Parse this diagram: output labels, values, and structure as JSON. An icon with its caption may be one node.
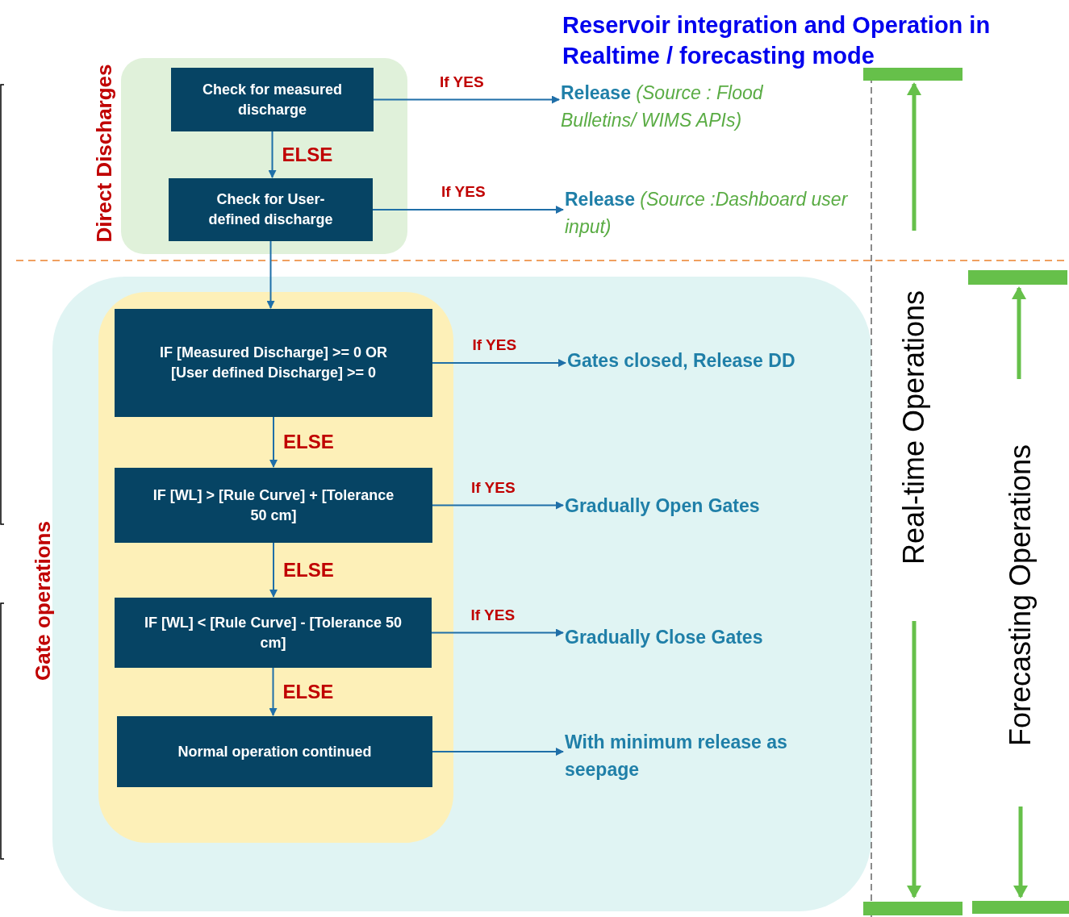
{
  "diagram": {
    "title": "Reservoir integration and Operation in Realtime / forecasting mode",
    "nodes": [
      {
        "text": [
          "Direct Discharges"
        ]
      },
      {
        "text": [
          "Check for measured discharge"
        ],
        "in": 0
      },
      {
        "text": [
          "Check for User-defined discharge"
        ],
        "in": 0
      },
      {
        "text": [
          "**Release** *(Source : Flood Bulletins/ WIMS APIs)*"
        ]
      },
      {
        "text": [
          "**Release** *(Source :Dashboard user input)*"
        ]
      },
      {
        "text": [
          "Gate operations"
        ]
      },
      {
        "text": [],
        "shape": "box",
        "in": 5
      },
      {
        "text": [
          "IF [Measured Discharge] >= 0 OR [User defined Discharge] >= 0"
        ],
        "in": 6
      },
      {
        "text": [
          "IF [WL] > [Rule Curve] + [Tolerance 50 cm]"
        ],
        "in": 6
      },
      {
        "text": [
          "IF [WL] < [Rule Curve] - [Tolerance 50 cm]"
        ],
        "in": 6
      },
      {
        "text": [
          "Normal operation continued"
        ],
        "in": 6
      },
      {
        "text": [
          "Gates closed, Release DD"
        ],
        "in": 5
      },
      {
        "text": [
          "Gradually Open Gates"
        ],
        "in": 5
      },
      {
        "text": [
          "Gradually Close Gates"
        ],
        "in": 5
      },
      {
        "text": [
          "With minimum release as seepage"
        ],
        "in": 5
      }
    ],
    "edges": [
      {
        "from": 1,
        "to": 3,
        "arrow": "to",
        "label": "If YES"
      },
      {
        "from": 1,
        "to": 2,
        "arrow": "to",
        "label": "ELSE"
      },
      {
        "from": 2,
        "to": 4,
        "arrow": "to",
        "label": "If YES"
      },
      {
        "from": 2,
        "to": 7,
        "arrow": "to"
      },
      {
        "from": 7,
        "to": 11,
        "arrow": "to",
        "label": "If YES"
      },
      {
        "from": 7,
        "to": 8,
        "arrow": "to",
        "label": "ELSE"
      },
      {
        "from": 8,
        "to": 12,
        "arrow": "to",
        "label": "If YES"
      },
      {
        "from": 8,
        "to": 9,
        "arrow": "to",
        "label": "ELSE"
      },
      {
        "from": 9,
        "to": 13,
        "arrow": "to",
        "label": "If YES"
      },
      {
        "from": 9,
        "to": 10,
        "arrow": "to",
        "label": "ELSE"
      },
      {
        "from": 10,
        "to": 14,
        "arrow": "to"
      }
    ],
    "labels": [
      "Real-time Operations",
      "Forecasting Operations"
    ]
  }
}
